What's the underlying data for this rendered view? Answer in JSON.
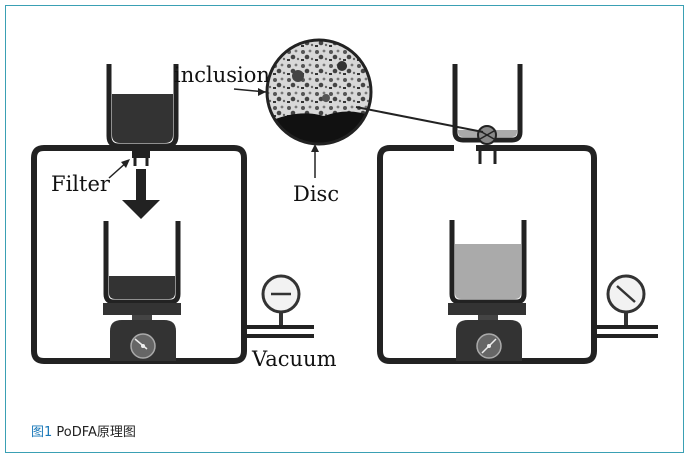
{
  "diagram": {
    "labels": {
      "inclusion": "inclusion",
      "filter": "Filter",
      "disc": "Disc",
      "vacuum": "Vacuum"
    }
  },
  "caption": {
    "number": "图1",
    "text": " PoDFA原理图"
  },
  "colors": {
    "frame_border": "#3aa0b4",
    "metal_dark": "#333333",
    "liquid_light": "#aaaaaa",
    "caption_accent": "#1a78b8"
  }
}
